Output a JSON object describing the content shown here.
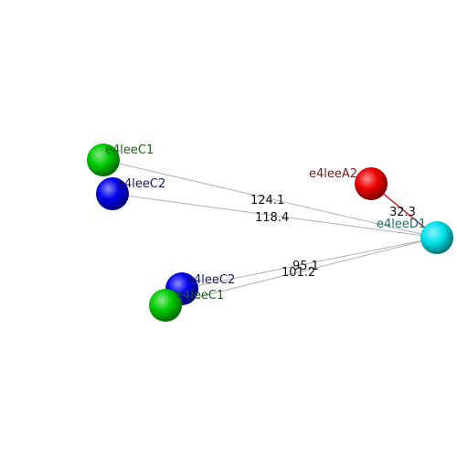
{
  "nodes": [
    {
      "id": "c1_upper",
      "label": "e4leeC1",
      "color": "#00cc00",
      "label_color": "#1f5f1f"
    },
    {
      "id": "c2_upper",
      "label": "e4leeC2",
      "color": "#0000ee",
      "label_color": "#1a1a5e"
    },
    {
      "id": "a2",
      "label": "e4leeA2",
      "color": "#ee0000",
      "label_color": "#6b1f1f"
    },
    {
      "id": "d1",
      "label": "e4leeD1",
      "color": "#00e5ee",
      "label_color": "#1f6b6b"
    },
    {
      "id": "c2_lower",
      "label": "e4leeC2",
      "color": "#0000ee",
      "label_color": "#1a1a5e"
    },
    {
      "id": "c1_lower",
      "label": "e4leeC1",
      "color": "#00cc00",
      "label_color": "#1f5f1f"
    }
  ],
  "edges": [
    {
      "from": "c1_upper",
      "to": "d1",
      "distance": "124.1",
      "color": "#b0b0b0"
    },
    {
      "from": "c2_upper",
      "to": "d1",
      "distance": "118.4",
      "color": "#b0b0b0"
    },
    {
      "from": "c2_lower",
      "to": "d1",
      "distance": "95.1",
      "color": "#b0b0b0"
    },
    {
      "from": "c1_lower",
      "to": "d1",
      "distance": "101.2",
      "color": "#b0b0b0"
    },
    {
      "from": "a2",
      "to": "d1",
      "distance": "32.3",
      "color": "#cc0000"
    }
  ]
}
